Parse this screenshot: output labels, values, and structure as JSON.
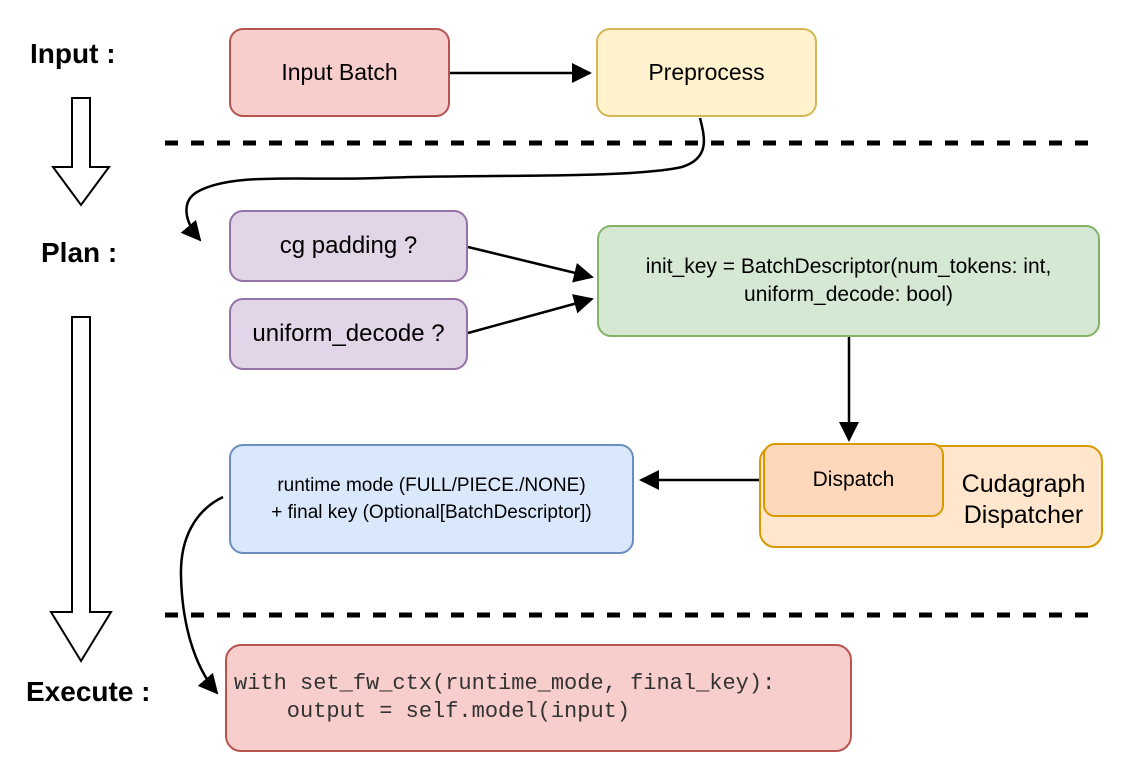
{
  "phases": {
    "input_label": "Input :",
    "plan_label": "Plan :",
    "execute_label": "Execute :"
  },
  "nodes": {
    "input_batch": {
      "label": "Input Batch"
    },
    "preprocess": {
      "label": "Preprocess"
    },
    "cg_padding": {
      "label": "cg padding ?"
    },
    "uniform_decode": {
      "label": "uniform_decode ?"
    },
    "init_key": {
      "line1": "init_key = BatchDescriptor(num_tokens: int,",
      "line2": "uniform_decode: bool)"
    },
    "dispatch": {
      "label": "Dispatch"
    },
    "cudagraph_dispatcher": {
      "line1": "Cudagraph",
      "line2": "Dispatcher"
    },
    "runtime_mode": {
      "line1": "runtime mode (FULL/PIECE./NONE)",
      "line2": "+ final key (Optional[BatchDescriptor])"
    },
    "execute_code": {
      "line1": "with set_fw_ctx(runtime_mode, final_key):",
      "line2": "    output = self.model(input)"
    }
  },
  "colors": {
    "pink_fill": "#f8cecc",
    "pink_stroke": "#b85450",
    "yellow_fill": "#fff2cc",
    "yellow_stroke": "#d6b656",
    "purple_fill": "#e1d5e7",
    "purple_stroke": "#9673a6",
    "green_fill": "#d5e8d4",
    "green_stroke": "#82b366",
    "blue_fill": "#dae8fc",
    "blue_stroke": "#6c8ebf",
    "orange_fill": "#ffe6cc",
    "orange_inner_fill": "#ffd8bc",
    "orange_stroke": "#d79b00",
    "line": "#000000"
  }
}
